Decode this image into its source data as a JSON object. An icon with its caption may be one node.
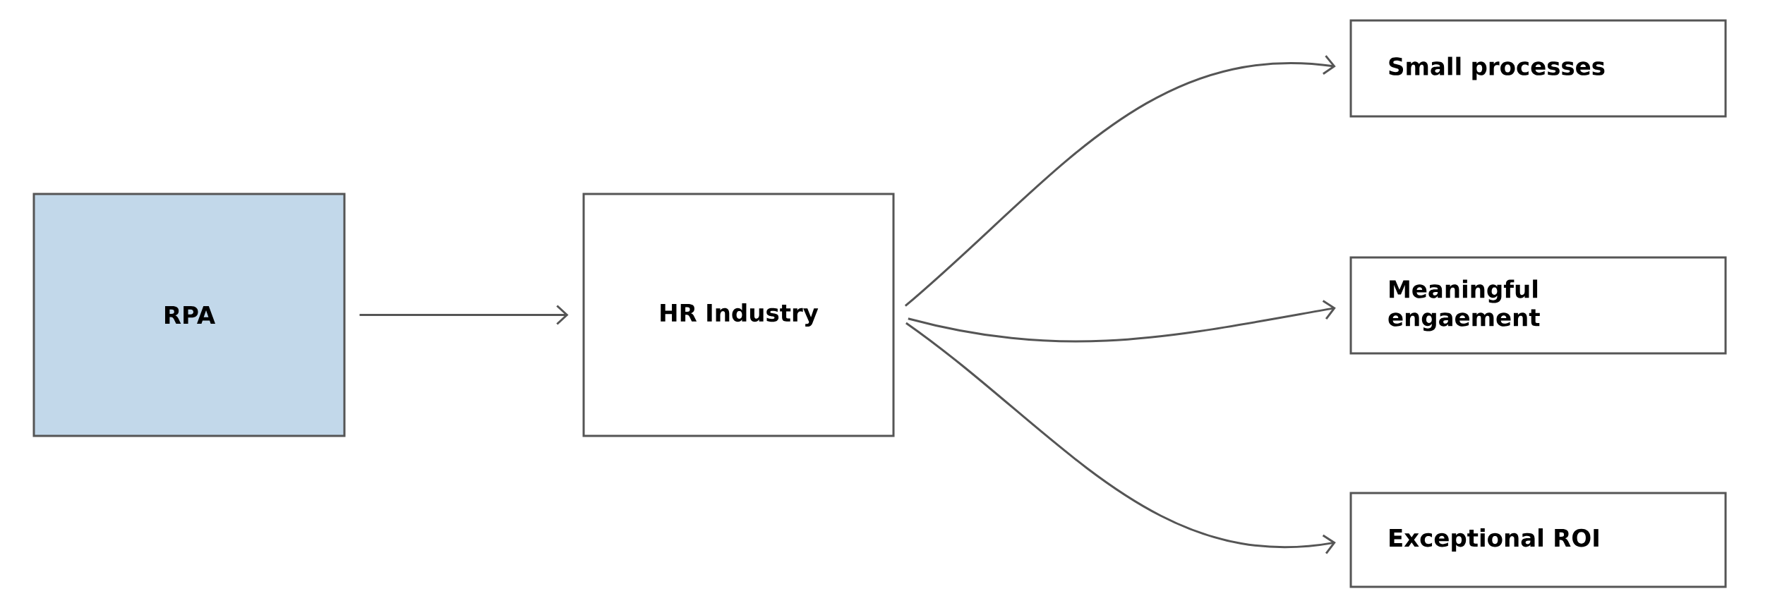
{
  "diagram": {
    "nodes": [
      {
        "text": [
          "RPA"
        ]
      },
      {
        "text": [
          "HR Industry"
        ]
      },
      {
        "text": [
          "Small processes"
        ]
      },
      {
        "text": [
          "Meaningful engaement"
        ]
      },
      {
        "text": [
          "Exceptional ROI"
        ]
      }
    ],
    "edges": [
      {
        "from": 0,
        "to": 1,
        "arrow": "to"
      },
      {
        "from": 1,
        "to": 2,
        "arrow": "to"
      },
      {
        "from": 1,
        "to": 3,
        "arrow": "to"
      },
      {
        "from": 1,
        "to": 4,
        "arrow": "to"
      }
    ]
  }
}
